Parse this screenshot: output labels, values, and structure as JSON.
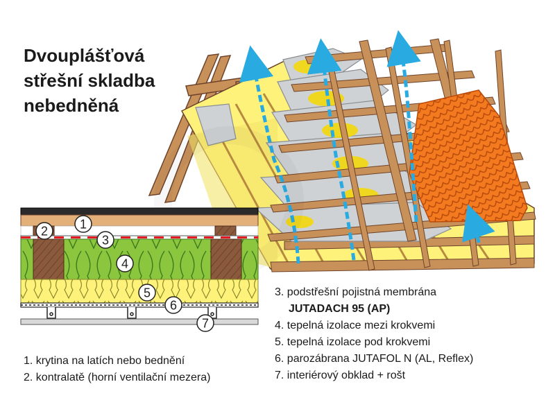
{
  "title": {
    "line1": "Dvouplášťová",
    "line2": "střešní skladba",
    "line3": "nebedněná"
  },
  "markers": [
    "1",
    "2",
    "3",
    "4",
    "5",
    "6",
    "7"
  ],
  "legend": {
    "item1": "1. krytina na latích nebo bednění",
    "item2": "2. kontralatě (horní ventilační mezera)",
    "item3": "3. podstřešní pojistná membrána",
    "item3_brand": "JUTADACH 95 (AP)",
    "item4": "4. tepelná izolace mezi krokvemi",
    "item5": "5. tepelná izolace pod krokvemi",
    "item6": "6. parozábrana JUTAFOL N (AL, Reflex)",
    "item7": "7. interiérový obklad + rošt"
  },
  "colors": {
    "insulation_green": "#8cc63f",
    "insulation_yellow": "#fff27a",
    "wood": "#c8915a",
    "rafter": "#8b5a3c",
    "membrane": "#cfd2d4",
    "tiles": "#f47a20",
    "airflow": "#29abe2",
    "vapour_barrier": "#e21b22"
  }
}
